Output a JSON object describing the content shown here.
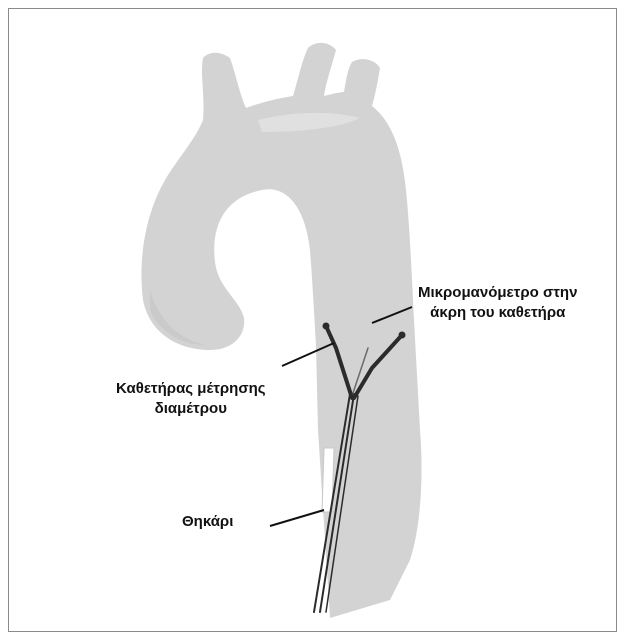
{
  "diagram": {
    "labels": {
      "tip_micromanometer": [
        "Μικρομανόμετρο στην",
        "άκρη του καθετήρα"
      ],
      "measuring_catheter": [
        "Καθετήρας μέτρησης",
        "διαμέτρου"
      ],
      "sheath": "Θηκάρι"
    },
    "colors": {
      "vessel": "#d3d3d3",
      "vessel_shade": "#e6e6e6",
      "catheter": "#2b2b2b",
      "border": "#8a8a8a"
    }
  }
}
